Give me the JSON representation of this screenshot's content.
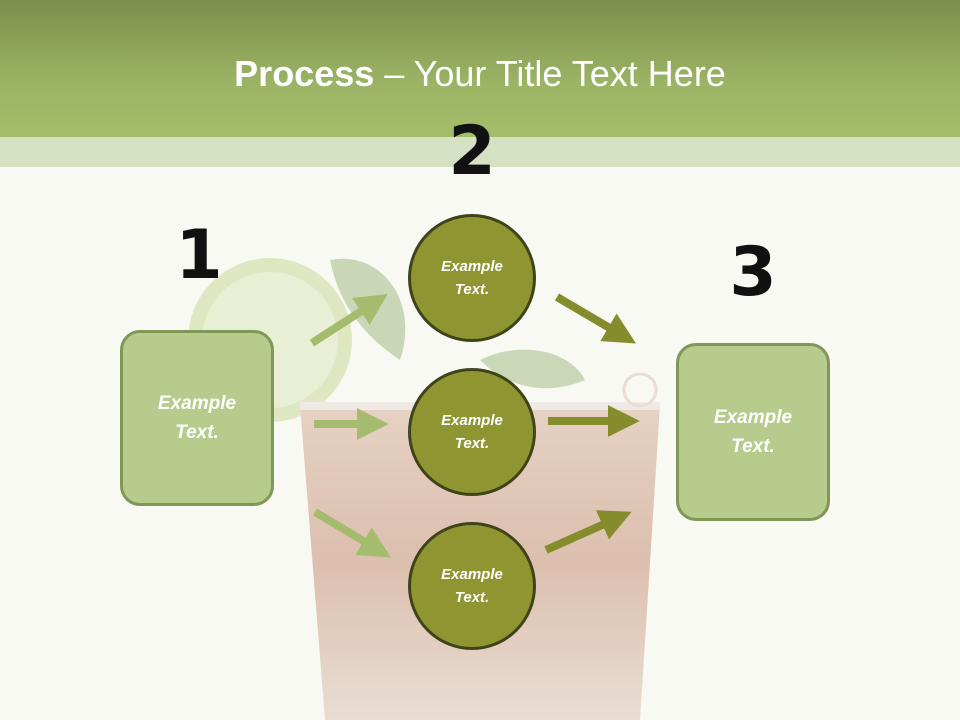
{
  "slide": {
    "title_bold": "Process",
    "title_rest": " – Your Title Text Here",
    "numbers": {
      "one": "1",
      "two": "2",
      "three": "3"
    },
    "left_box": {
      "label": "Example\nText."
    },
    "right_box": {
      "label": "Example\nText."
    },
    "circles": [
      {
        "label": "Example\nText."
      },
      {
        "label": "Example\nText."
      },
      {
        "label": "Example\nText."
      }
    ]
  },
  "colors": {
    "header": "#9bb364",
    "box_fill": "#b7cb8d",
    "circle_fill": "#8f9531",
    "arrow_light": "#a5bb6e",
    "arrow_dark": "#858c2c"
  }
}
